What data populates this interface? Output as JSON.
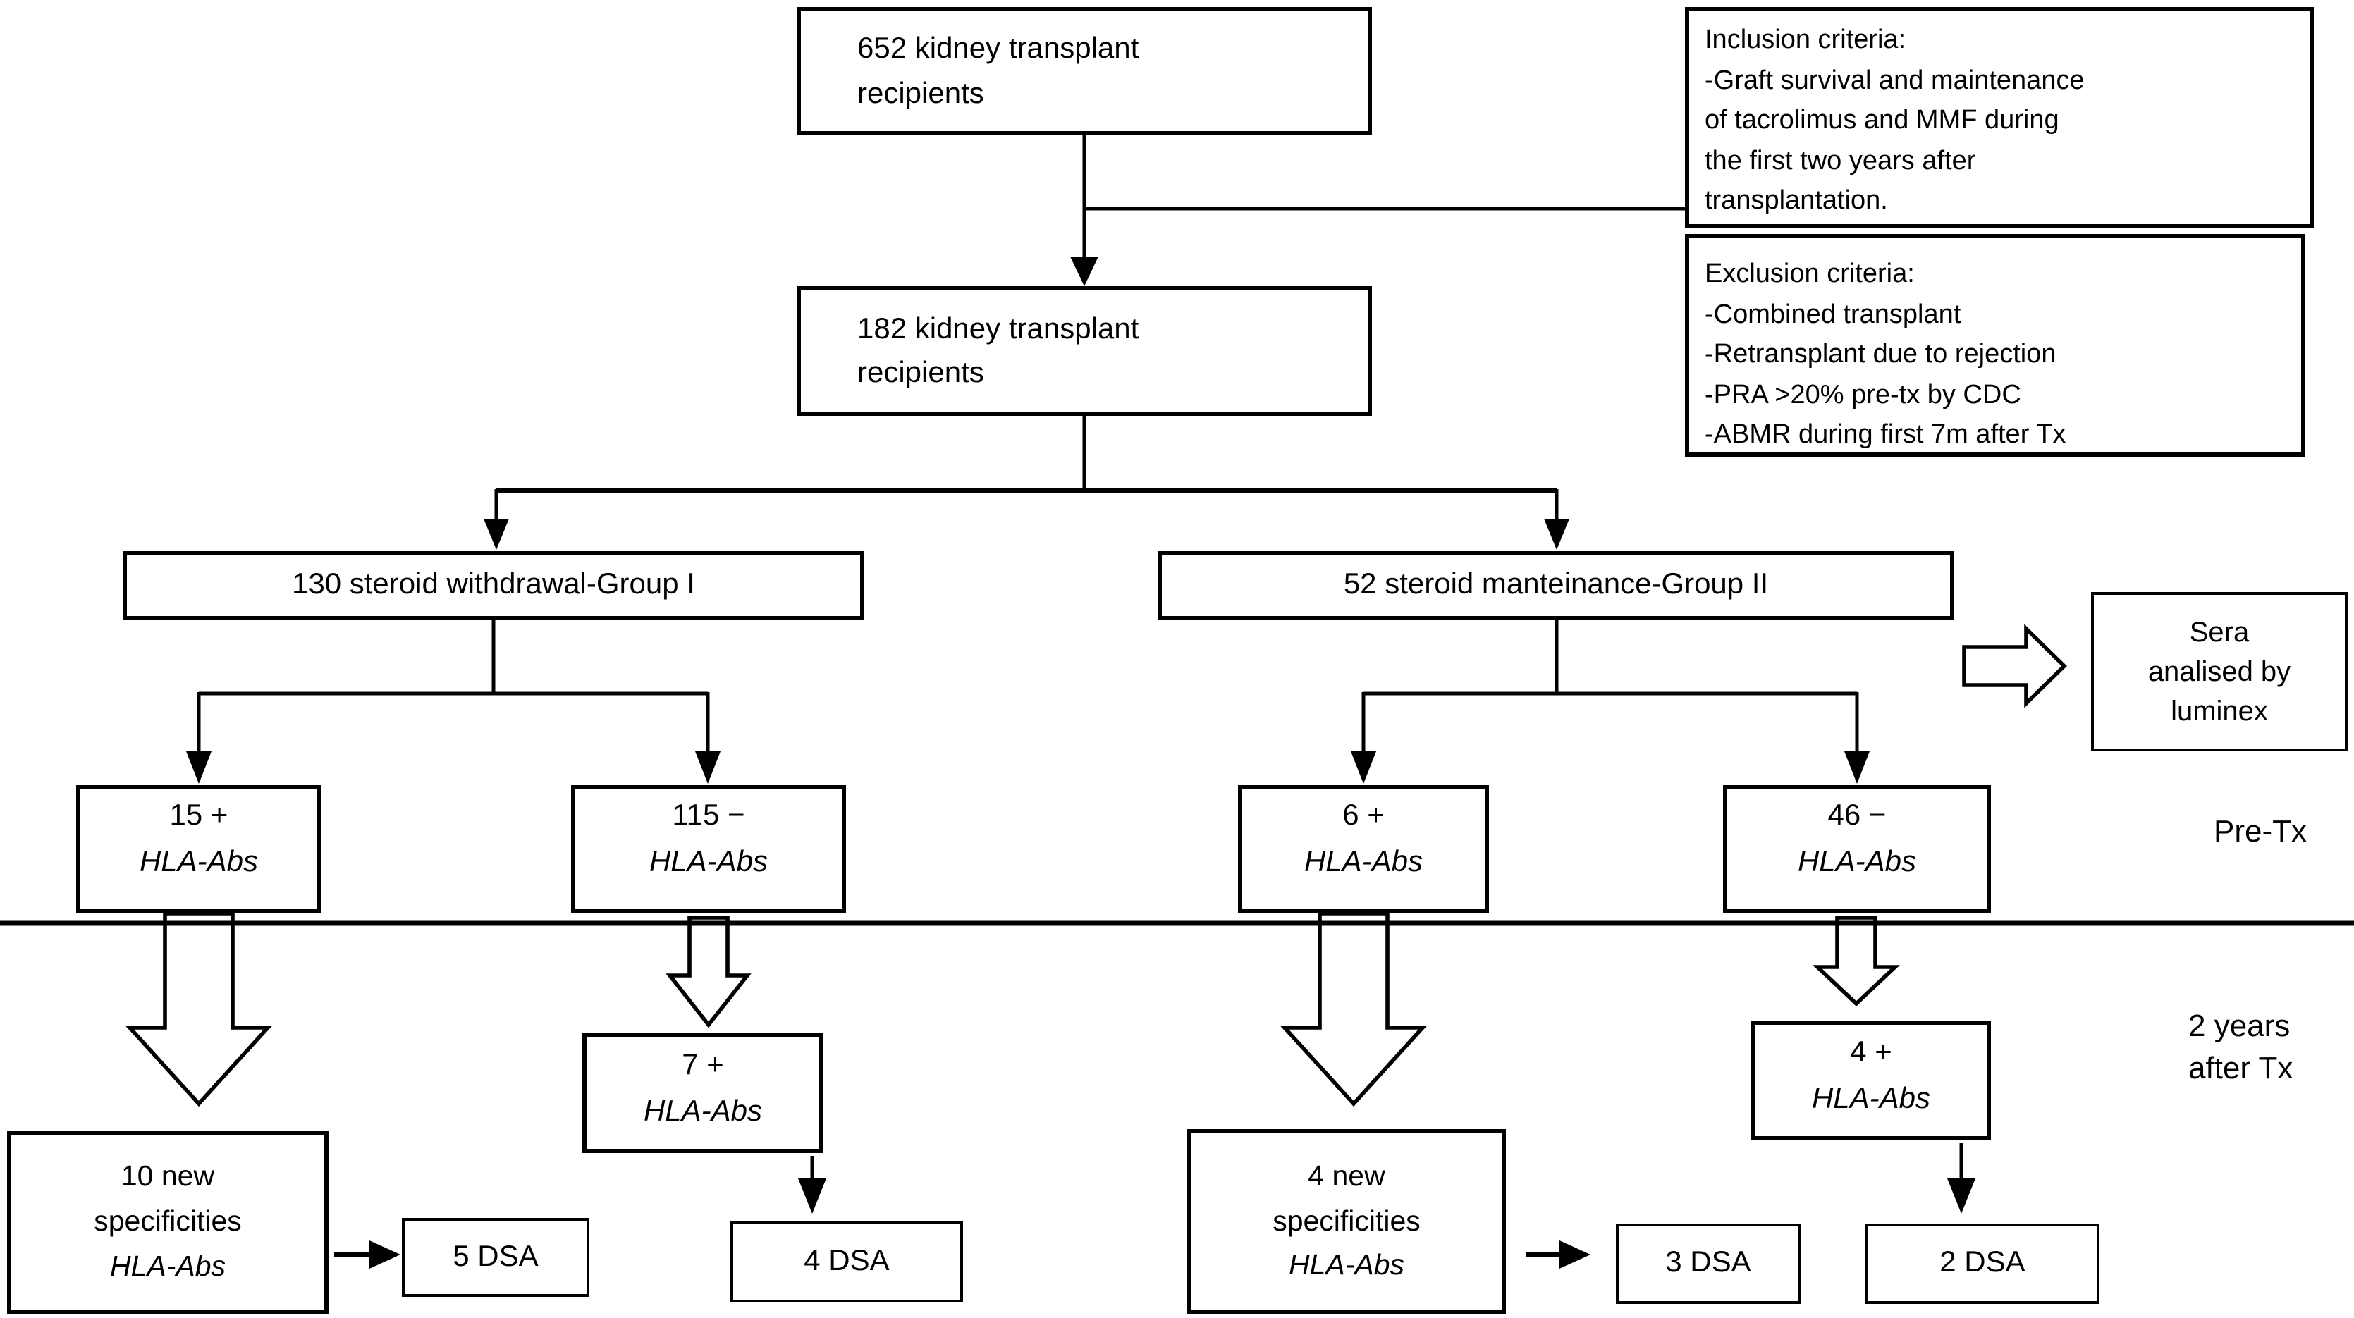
{
  "figure": {
    "background": "#ffffff",
    "ink": "#000000",
    "nodes": {
      "recipients652": {
        "line1": "652 kidney transplant",
        "line2": "recipients"
      },
      "recipients182": {
        "line1": "182 kidney transplant",
        "line2": "recipients"
      },
      "inclusion": {
        "line1": "Inclusion criteria:",
        "line2": "-Graft survival and maintenance",
        "line3": "of tacrolimus and MMF during",
        "line4": "the first two years after",
        "line5": "transplantation."
      },
      "exclusion": {
        "line1": "Exclusion criteria:",
        "line2": "-Combined transplant",
        "line3": "-Retransplant due to rejection",
        "line4": "-PRA >20% pre-tx by CDC",
        "line5": "-ABMR during first 7m after Tx"
      },
      "group1": {
        "label": "130 steroid withdrawal-Group I"
      },
      "group2": {
        "label": "52 steroid manteinance-Group II"
      },
      "sera": {
        "line1": "Sera",
        "line2": "analised by",
        "line3": "luminex"
      },
      "pos15": {
        "count": "15 +",
        "abs": "HLA-Abs"
      },
      "neg115": {
        "count": "115 −",
        "abs": "HLA-Abs"
      },
      "pos6": {
        "count": "6 +",
        "abs": "HLA-Abs"
      },
      "neg46": {
        "count": "46 −",
        "abs": "HLA-Abs"
      },
      "new10": {
        "line1": "10 new",
        "line2": "specificities",
        "line3": "HLA-Abs"
      },
      "dsa5": {
        "label": "5 DSA"
      },
      "pos7": {
        "count": "7 +",
        "abs": "HLA-Abs"
      },
      "dsa4": {
        "label": "4 DSA"
      },
      "new4": {
        "line1": "4 new",
        "line2": "specificities",
        "line3": "HLA-Abs"
      },
      "dsa3": {
        "label": "3 DSA"
      },
      "pos4": {
        "count": "4 +",
        "abs": "HLA-Abs"
      },
      "dsa2": {
        "label": "2 DSA"
      }
    },
    "labels": {
      "preTx": "Pre-Tx",
      "afterTxLine1": "2 years",
      "afterTxLine2": "after Tx"
    }
  }
}
